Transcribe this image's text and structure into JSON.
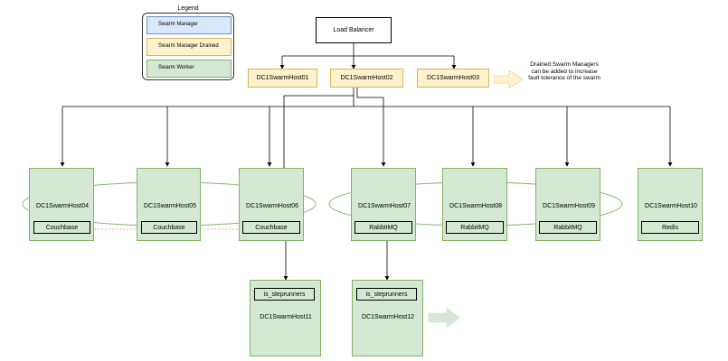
{
  "legend": {
    "title": "Legend",
    "items": [
      {
        "label": "Swarm Manager",
        "color": "#dae8fc",
        "border": "#6c8ebf"
      },
      {
        "label": "Swarm Manager Drained",
        "color": "#fff2cc",
        "border": "#d6b656"
      },
      {
        "label": "Swarm Worker",
        "color": "#d5e8d4",
        "border": "#82b366"
      }
    ]
  },
  "load_balancer": {
    "label": "Load Balancer"
  },
  "managers": [
    {
      "label": "DC1SwarmHost01"
    },
    {
      "label": "DC1SwarmHost02"
    },
    {
      "label": "DC1SwarmHost03"
    }
  ],
  "note": "Drained Swarm Managers can be added to increase fault tolerance of the swarm",
  "workers": [
    {
      "label": "DC1SwarmHost04",
      "service": "Couchbase"
    },
    {
      "label": "DC1SwarmHost05",
      "service": "Couchbase"
    },
    {
      "label": "DC1SwarmHost06",
      "service": "Couchbase"
    },
    {
      "label": "DC1SwarmHost07",
      "service": "RabbitMQ"
    },
    {
      "label": "DC1SwarmHost08",
      "service": "RabbitMQ"
    },
    {
      "label": "DC1SwarmHost09",
      "service": "RabbitMQ"
    },
    {
      "label": "DC1SwarmHost10",
      "service": "Redis"
    }
  ],
  "runners": [
    {
      "label": "DC1SwarmHost11",
      "service": "is_steprunners"
    },
    {
      "label": "DC1SwarmHost12",
      "service": "is_steprunners"
    }
  ],
  "colors": {
    "worker_fill": "#d5e8d4",
    "worker_border": "#82b366",
    "drained_fill": "#fff2cc",
    "drained_border": "#d6b656",
    "line": "#000000"
  }
}
